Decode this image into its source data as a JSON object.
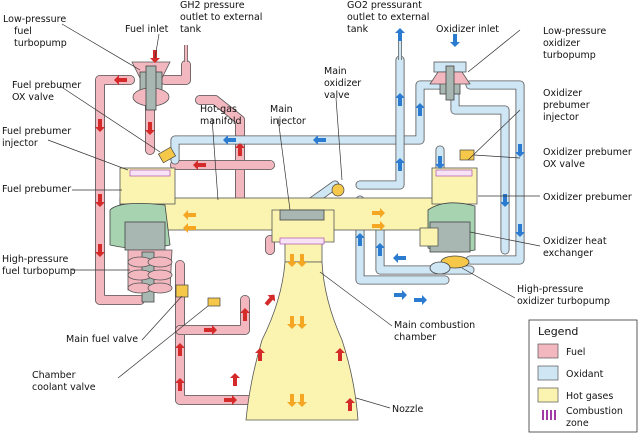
{
  "labels": {
    "lp_fuel_turbopump": [
      "Low-pressure",
      "fuel",
      "turbopump"
    ],
    "fuel_inlet": "Fuel inlet",
    "gh2_outlet": [
      "GH2 pressure",
      "outlet to external",
      "tank"
    ],
    "go2_outlet": [
      "GO2 pressurant",
      "outlet to external",
      "tank"
    ],
    "oxidizer_inlet": "Oxidizer inlet",
    "lp_oxidizer_turbopump": [
      "Low-pressure",
      "oxidizer",
      "turbopump"
    ],
    "fuel_prebumer_ox_valve": [
      "Fuel prebumer",
      "OX valve"
    ],
    "main_oxidizer_valve": [
      "Main",
      "oxidizer",
      "valve"
    ],
    "oxidizer_prebumer_injector": [
      "Oxidizer",
      "prebumer",
      "injector"
    ],
    "fuel_prebumer_injector": [
      "Fuel prebumer",
      "injector"
    ],
    "hot_gas_manifold": [
      "Hot-gas",
      "manifold"
    ],
    "main_injector": [
      "Main",
      "injector"
    ],
    "oxidizer_prebumer_ox_valve": [
      "Oxidizer prebumer",
      "OX valve"
    ],
    "fuel_prebumer": "Fuel prebumer",
    "oxidizer_prebumer": "Oxidizer prebumer",
    "oxidizer_heat_exchanger": [
      "Oxidizer heat",
      "exchanger"
    ],
    "hp_fuel_turbopump": [
      "High-pressure",
      "fuel turbopump"
    ],
    "hp_oxidizer_turbopump": [
      "High-pressure",
      "oxidizer turbopump"
    ],
    "main_fuel_valve": "Main fuel valve",
    "main_combustion_chamber": [
      "Main combustion",
      "chamber"
    ],
    "chamber_coolant_valve": [
      "Chamber",
      "coolant valve"
    ],
    "nozzle": "Nozzle"
  },
  "legend": {
    "title": "Legend",
    "items": [
      {
        "label": "Fuel",
        "swatch": "fuel"
      },
      {
        "label": "Oxidant",
        "swatch": "oxidant"
      },
      {
        "label": "Hot gases",
        "swatch": "hot"
      },
      {
        "label": [
          "Combustion",
          "zone"
        ],
        "swatch": "combustion"
      }
    ]
  },
  "colors": {
    "fuel": "#f2b7bf",
    "oxidant": "#cfe6f5",
    "hot": "#fbf3b0",
    "combustion": "#a23aa6",
    "fuel_arrow": "#d42a2a",
    "ox_arrow": "#2b7bd0",
    "hot_arrow": "#f5a623"
  }
}
